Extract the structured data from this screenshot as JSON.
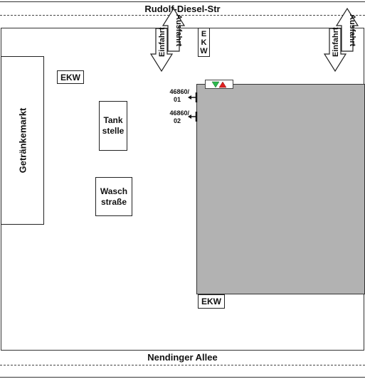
{
  "streets": {
    "top": "Rudolf-Diesel-Str",
    "bottom": "Nendinger Allee"
  },
  "buildings": {
    "getraenkemarkt": "Getränkemarkt",
    "tankstelle_line1": "Tank",
    "tankstelle_line2": "stelle",
    "waschstrasse_line1": "Wasch",
    "waschstrasse_line2": "straße"
  },
  "ekw": {
    "top_small": "EKW",
    "top_vertical": [
      "E",
      "K",
      "W"
    ],
    "bottom": "EKW"
  },
  "arrows": {
    "left_in": "Einfahrt",
    "left_out": "Ausfahrt",
    "right_in": "Einfahrt",
    "right_out": "Ausfahrt"
  },
  "codes": {
    "code1_line1": "46860/",
    "code1_line2": "01",
    "code2_line1": "46860/",
    "code2_line2": "02"
  },
  "colors": {
    "main_building_fill": "#b2b2b2",
    "arrow_green": "#2db84d",
    "arrow_red": "#e02020"
  }
}
